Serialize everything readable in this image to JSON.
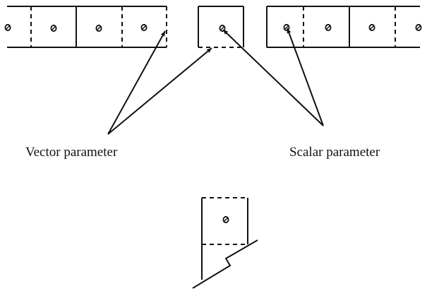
{
  "labels": {
    "vector": "Vector parameter",
    "scalar": "Scalar parameter"
  },
  "colors": {
    "ink": "#111111",
    "background": "#ffffff"
  },
  "icons": {
    "cell_marker": "small-circle-with-slash",
    "arrowhead": "filled-triangle"
  }
}
